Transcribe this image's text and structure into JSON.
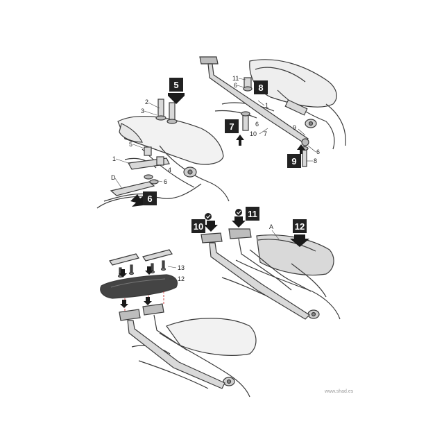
{
  "steps": {
    "s5": "5",
    "s6": "6",
    "s7": "7",
    "s8": "8",
    "s9": "9",
    "s10": "10",
    "s11": "11",
    "s12": "12"
  },
  "labels": {
    "p1a": "1",
    "p2": "2",
    "p3": "3",
    "p5": "5",
    "p4": "4",
    "p6a": "6",
    "pD": "D",
    "p11": "11",
    "p6b": "6",
    "p1b": "1",
    "p6c": "6",
    "p10": "10",
    "p7": "7",
    "p9": "9",
    "p6d": "6",
    "p8": "8",
    "pA": "A",
    "p13": "13",
    "p12": "12"
  },
  "watermark": "www.shad.es",
  "colors": {
    "line": "#3a3a3a",
    "step_box": "#222222",
    "arrow": "#1a1a1a",
    "part_fill": "#d9d9d9",
    "plate_fill": "#444444"
  }
}
